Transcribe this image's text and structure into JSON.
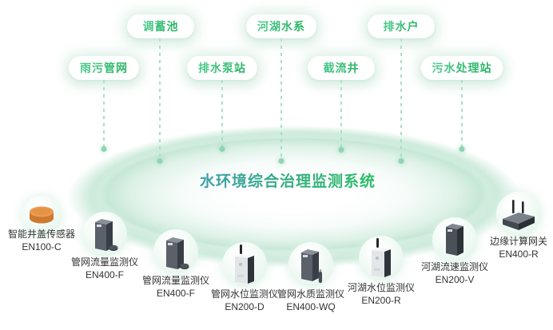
{
  "title": "水环境综合治理监测系统",
  "pills": [
    {
      "label": "调蓄池"
    },
    {
      "label": "河湖水系"
    },
    {
      "label": "排水户"
    },
    {
      "label": "雨污管网"
    },
    {
      "label": "排水泵站"
    },
    {
      "label": "截流井"
    },
    {
      "label": "污水处理站"
    }
  ],
  "devices": [
    {
      "name": "智能井盖传感器",
      "model": "EN100-C",
      "icon": "manhole-cover-sensor"
    },
    {
      "name": "管网流量监测仪",
      "model": "EN400-F",
      "icon": "pipeline-flow-monitor"
    },
    {
      "name": "管网流量监测仪",
      "model": "EN400-F",
      "icon": "pipeline-flow-monitor"
    },
    {
      "name": "管网水位监测仪",
      "model": "EN200-D",
      "icon": "pipeline-water-level-monitor"
    },
    {
      "name": "管网水质监测仪",
      "model": "EN400-WQ",
      "icon": "pipeline-water-quality-monitor"
    },
    {
      "name": "河湖水位监测仪",
      "model": "EN200-R",
      "icon": "river-lake-water-level-monitor"
    },
    {
      "name": "河湖流速监测仪",
      "model": "EN200-V",
      "icon": "river-lake-velocity-monitor"
    },
    {
      "name": "边缘计算网关",
      "model": "EN400-R",
      "icon": "edge-computing-gateway"
    }
  ],
  "colors": {
    "pill_text_gradient_start": "#4cc98d",
    "pill_text_gradient_end": "#23b25f",
    "title_gradient_start": "#3f9fae",
    "title_gradient_end": "#2abd65",
    "connector_dash": "#aadfc5",
    "connector_dot": "#8fd5b1",
    "ellipse_mint": "#d5eee1",
    "device_label_text": "#333333",
    "manhole_orange": "#eb9c53"
  }
}
